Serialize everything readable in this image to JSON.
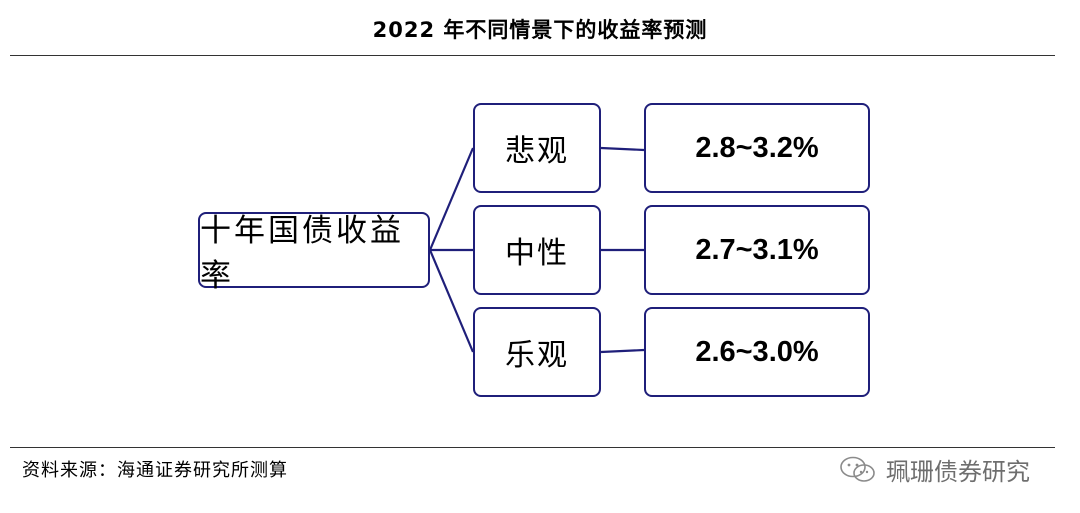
{
  "title": "2022 年不同情景下的收益率预测",
  "diagram": {
    "root": "十年国债收益率",
    "branches": [
      {
        "scenario": "悲观",
        "range": "2.8~3.2%"
      },
      {
        "scenario": "中性",
        "range": "2.7~3.1%"
      },
      {
        "scenario": "乐观",
        "range": "2.6~3.0%"
      }
    ],
    "box_border_color": "#1f1f7a",
    "connector_color": "#1f1f7a"
  },
  "footer": {
    "source": "资料来源：海通证券研究所测算",
    "watermark": "珮珊债券研究",
    "watermark_icon": "wechat-icon"
  }
}
